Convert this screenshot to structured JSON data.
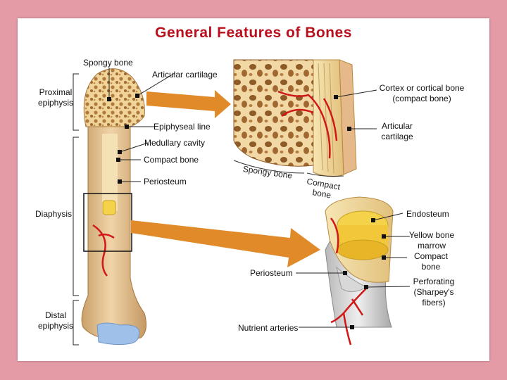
{
  "title": "General Features of Bones",
  "labels": {
    "spongy_bone": "Spongy bone",
    "articular_cartilage": "Articular cartilage",
    "proximal_epiphysis": "Proximal epiphysis",
    "cortex": "Cortex or cortical bone (compact bone)",
    "epiphyseal_line": "Epiphyseal line",
    "articular_cartilage_2": "Articular cartilage",
    "medullary_cavity": "Medullary cavity",
    "compact_bone": "Compact bone",
    "periosteum": "Periosteum",
    "spongy_bone_curved": "Spongy bone",
    "compact_bone_curved": "Compact bone",
    "diaphysis": "Diaphysis",
    "endosteum": "Endosteum",
    "yellow_bone_marrow": "Yellow bone marrow",
    "compact_bone_2": "Compact bone",
    "periosteum_2": "Periosteum",
    "perforating": "Perforating (Sharpey's fibers)",
    "distal_epiphysis": "Distal epiphysis",
    "nutrient_arteries": "Nutrient arteries"
  },
  "colors": {
    "background": "#e59ba6",
    "title": "#b8101e",
    "bone": "#e9c99a",
    "arrow": "#e08a2a",
    "artery": "#d01818",
    "cartilage": "#9fc0e8"
  }
}
